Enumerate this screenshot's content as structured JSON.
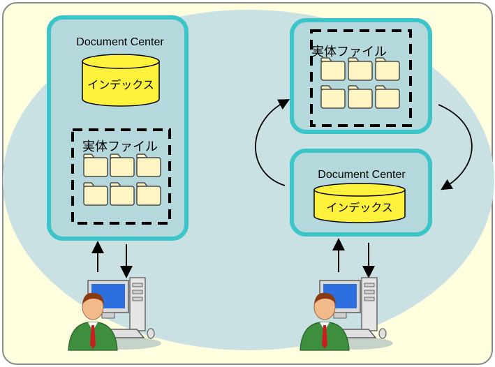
{
  "left": {
    "center_title": "Document Center",
    "index_label": "インデックス",
    "files_label": "実体ファイル"
  },
  "right": {
    "center_title": "Document Center",
    "index_label": "インデックス",
    "files_label": "実体ファイル"
  },
  "colors": {
    "frame_fill": "#FFFFE0",
    "frame_border": "#8A8A8A",
    "ellipse_fill": "#C9E1E3",
    "box_fill": "#B4D8DB",
    "box_border": "#3CC5C9",
    "cylinder_fill": "#FFF23C",
    "folder_fill": "#FFF4C4"
  },
  "icons": {
    "user": "user-at-pc-icon",
    "folder": "folder-icon",
    "database": "database-cylinder-icon"
  }
}
